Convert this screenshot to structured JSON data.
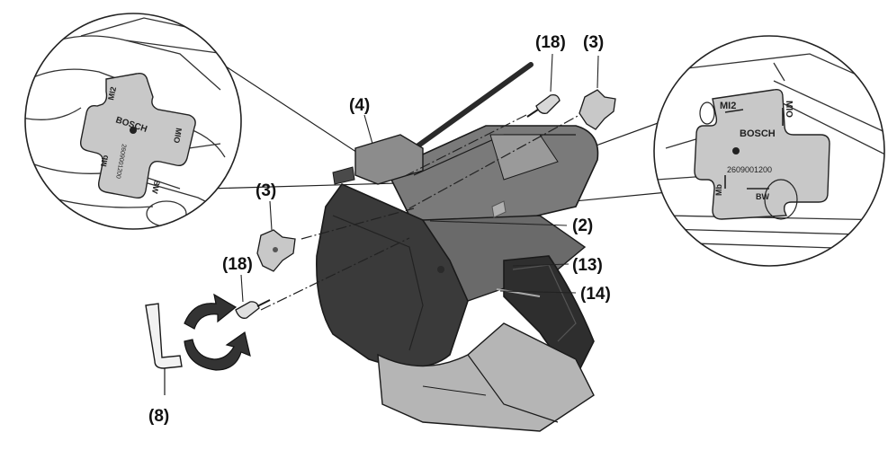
{
  "callouts": {
    "c18_top": "(18)",
    "c3_top": "(3)",
    "c4": "(4)",
    "c3_left": "(3)",
    "c18_left": "(18)",
    "c2": "(2)",
    "c13": "(13)",
    "c14": "(14)",
    "c8": "(8)"
  },
  "left_detail": {
    "brand": "BOSCH",
    "mark_top": "MI2",
    "mark_right": "MIO",
    "mark_left": "Mb",
    "mark_bottom": "BW",
    "part_no": "2609001200"
  },
  "right_detail": {
    "brand": "BOSCH",
    "mark_top": "MI2",
    "mark_right": "MIO",
    "mark_left": "Mb",
    "mark_bottom": "BW",
    "part_no": "2609001200"
  },
  "colors": {
    "outline": "#1a1a1a",
    "body_dark": "#3a3a3a",
    "body_mid": "#7a7a7a",
    "body_light": "#b5b5b5",
    "part_gray": "#c8c8c8"
  }
}
